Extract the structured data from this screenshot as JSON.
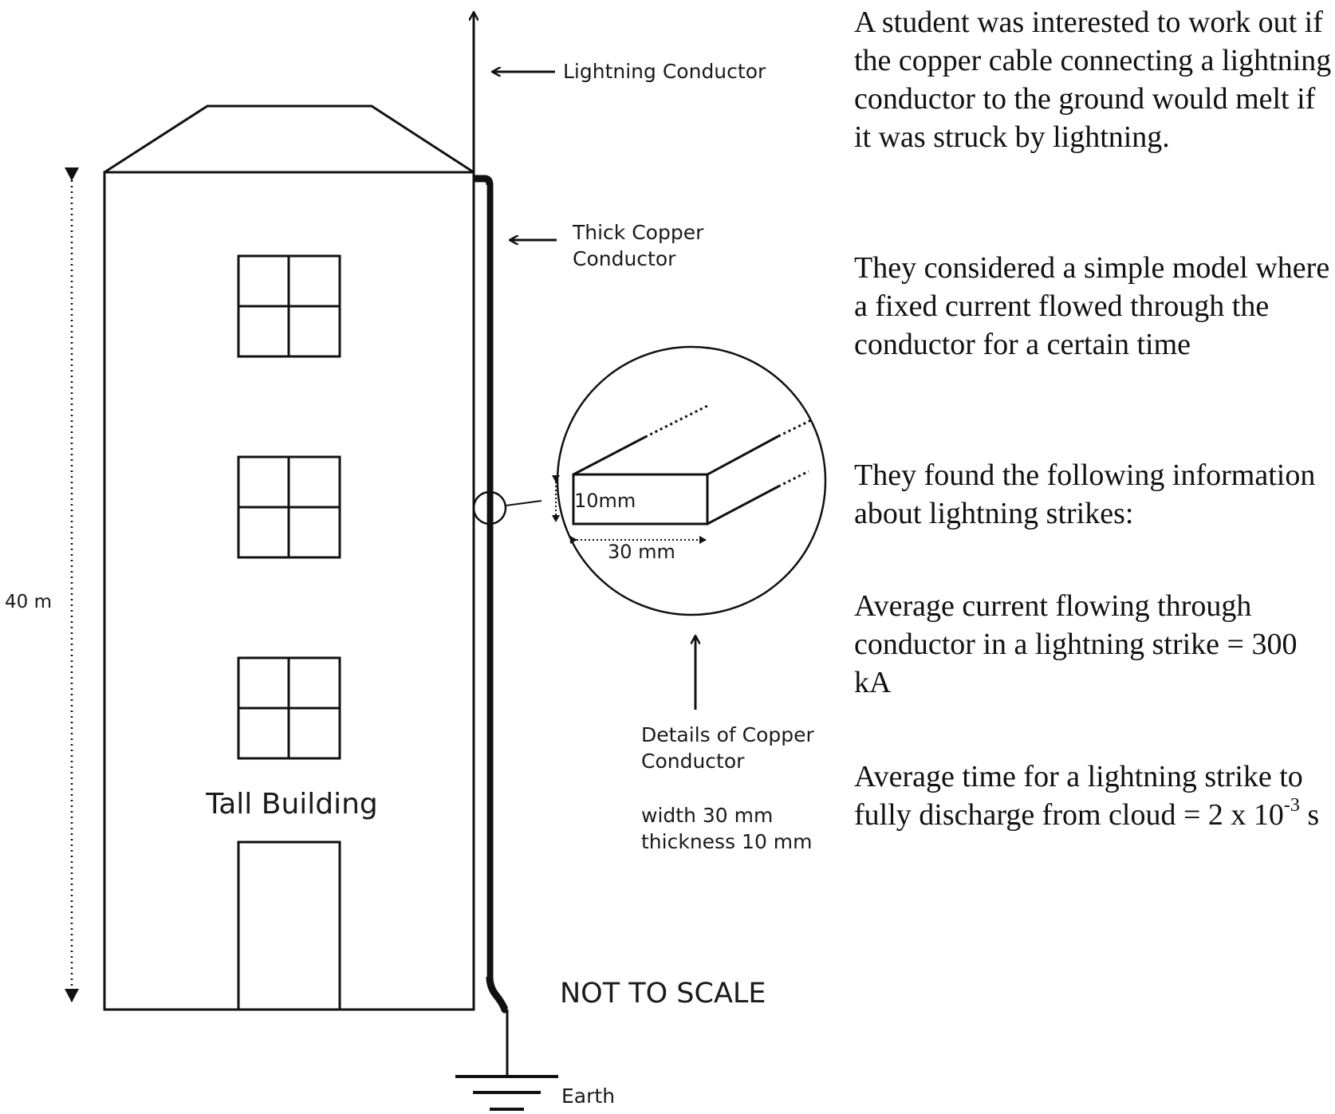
{
  "diagram": {
    "labels": {
      "lightning_conductor": "Lightning Conductor",
      "thick_copper_line1": "Thick Copper",
      "thick_copper_line2": "Conductor",
      "height": "40 m",
      "building": "Tall Building",
      "not_to_scale": "NOT TO SCALE",
      "earth": "Earth",
      "thickness_dim": "10mm",
      "width_dim": "30 mm",
      "details_line1": "Details of Copper",
      "details_line2": "Conductor",
      "width_spec": "width 30 mm",
      "thickness_spec": "thickness 10 mm"
    }
  },
  "text": {
    "intro": "A student was interested to work out if the copper cable connecting a lightning conductor to the ground would melt if it was struck by lightning.",
    "model": "They considered a simple model where a fixed current flowed through the conductor for a certain time",
    "found": "They found the following information about lightning strikes:",
    "current": "Average current flowing through conductor in a lightning strike = 300 kA",
    "time_prefix": "Average time for a lightning strike to fully discharge from cloud = 2 x 10",
    "time_exponent": "-3",
    "time_suffix": " s"
  }
}
